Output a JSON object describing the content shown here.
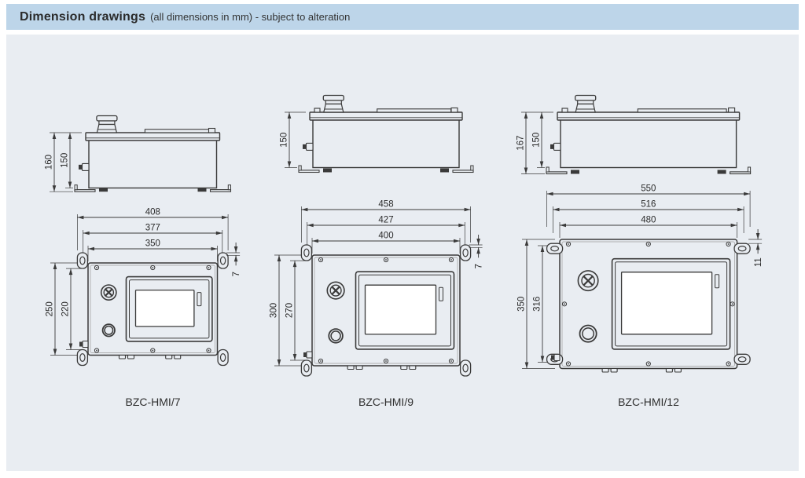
{
  "header": {
    "title": "Dimension drawings",
    "subtitle": "(all dimensions in mm) - subject to alteration"
  },
  "colors": {
    "header_bg": "#bdd5e9",
    "panel_bg": "#e9edf2",
    "line": "#3a3a3a",
    "dim_text": "#2a2a2a"
  },
  "units": [
    {
      "id": "bzc-hmi-7",
      "caption": "BZC-HMI/7",
      "side": {
        "height_dims": [
          "160",
          "150"
        ]
      },
      "front": {
        "width_dims": [
          "408",
          "377",
          "350"
        ],
        "height_dims": [
          "250",
          "220"
        ],
        "tab_offset_dim": "7",
        "tab_style": "vertical"
      }
    },
    {
      "id": "bzc-hmi-9",
      "caption": "BZC-HMI/9",
      "side": {
        "height_dims": [
          "150"
        ]
      },
      "front": {
        "width_dims": [
          "458",
          "427",
          "400"
        ],
        "height_dims": [
          "300",
          "270"
        ],
        "tab_offset_dim": "7",
        "tab_style": "vertical"
      }
    },
    {
      "id": "bzc-hmi-12",
      "caption": "BZC-HMI/12",
      "side": {
        "height_dims": [
          "167",
          "150"
        ]
      },
      "front": {
        "width_dims": [
          "550",
          "516",
          "480"
        ],
        "height_dims": [
          "350",
          "316"
        ],
        "tab_offset_dim": "11",
        "tab_style": "horizontal"
      }
    }
  ]
}
